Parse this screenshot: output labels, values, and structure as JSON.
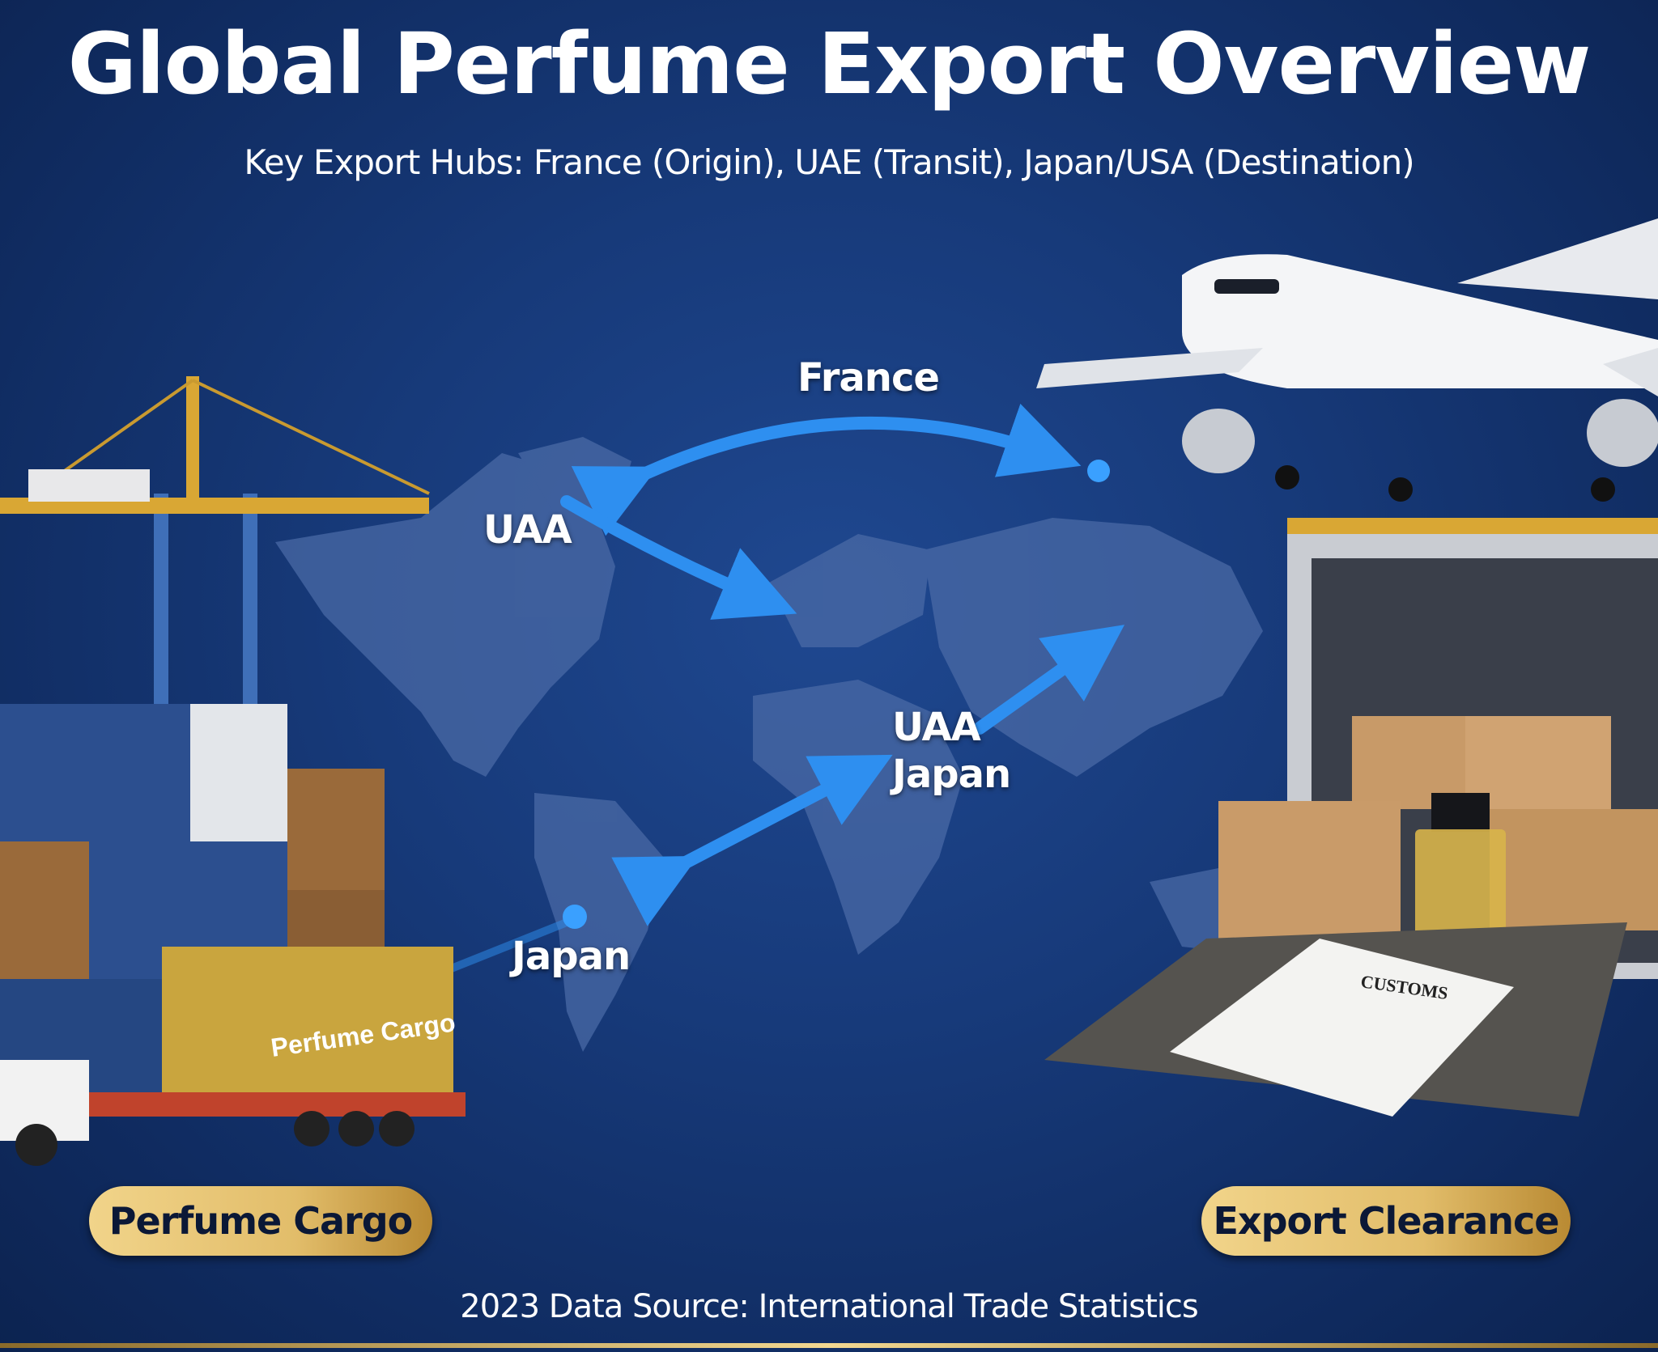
{
  "header": {
    "title": "Global Perfume Export Overview",
    "subtitle": "Key Export Hubs: France (Origin), UAE (Transit), Japan/USA (Destination)"
  },
  "map": {
    "labels": {
      "france": "France",
      "uaa_top": "UAA",
      "uaa_mid": "UAA",
      "japan_mid": "Japan",
      "japan_bottom": "Japan"
    },
    "arrow_color": "#2e8ff0"
  },
  "illustrations": {
    "container_text": "Perfume Cargo",
    "document_text": "CUSTOMS"
  },
  "badges": {
    "left": "Perfume Cargo",
    "right": "Export Clearance"
  },
  "footer": {
    "source": "2023 Data Source: International Trade Statistics"
  },
  "colors": {
    "background": "#173a7a",
    "gold": "#e2bd6a",
    "badge_text": "#0b1836"
  }
}
